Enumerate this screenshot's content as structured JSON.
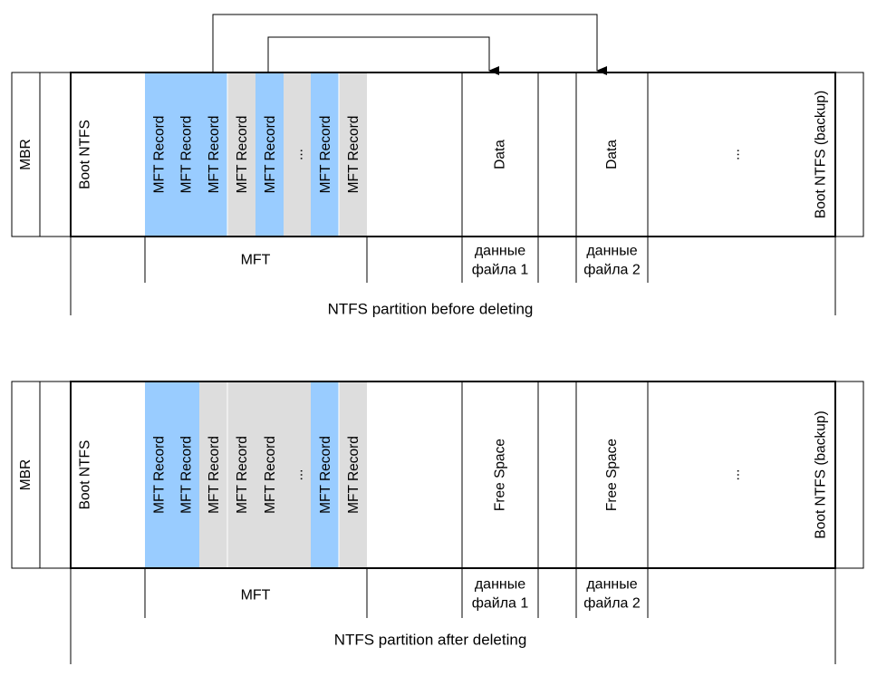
{
  "colors": {
    "mft_used": "#99ccff",
    "mft_free": "#dddddd",
    "data": "#99cc99",
    "free_space": "#dddddd",
    "white": "#ffffff",
    "line": "#000000"
  },
  "labels": {
    "mbr": "MBR",
    "boot": "Boot NTFS",
    "boot_backup": "Boot NTFS (backup)",
    "mft_record": "MFT Record",
    "ellipsis": "...",
    "data": "Data",
    "free_space": "Free Space",
    "mft": "MFT",
    "file_data_word": "данные",
    "file1": "файла 1",
    "file2": "файла 2"
  },
  "diagrams": [
    {
      "id": "before",
      "caption": "NTFS partition before deleting",
      "mft_cells": [
        "used",
        "used",
        "used",
        "free",
        "used",
        "ellipsis",
        "used",
        "free"
      ],
      "region1_label": "Data",
      "region2_label": "Data",
      "region_state": "data",
      "has_arrows": true
    },
    {
      "id": "after",
      "caption": "NTFS partition after deleting",
      "mft_cells": [
        "used",
        "used",
        "free",
        "free",
        "free",
        "ellipsis",
        "used",
        "free"
      ],
      "region1_label": "Free Space",
      "region2_label": "Free Space",
      "region_state": "free",
      "has_arrows": false
    }
  ]
}
